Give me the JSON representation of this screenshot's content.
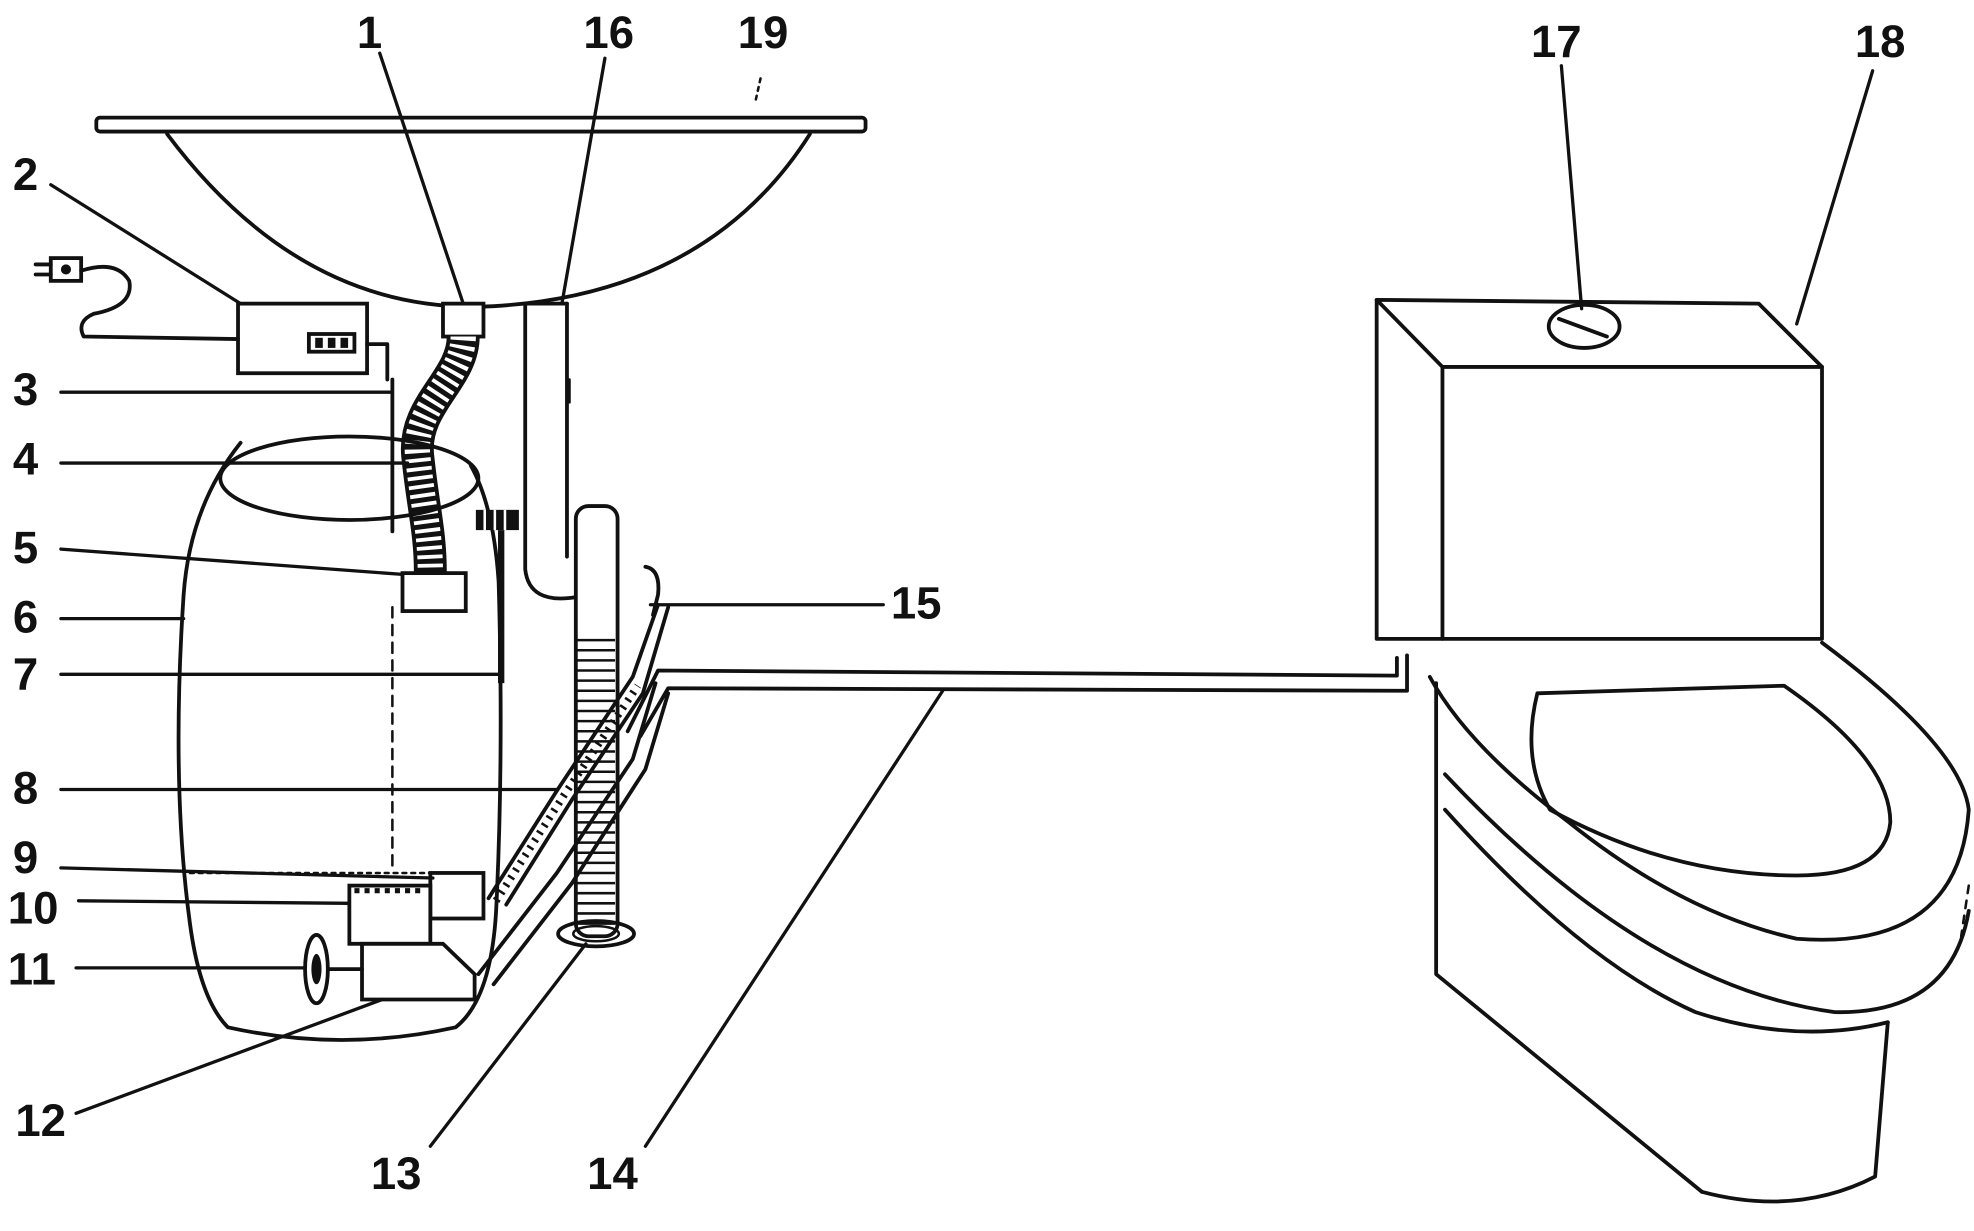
{
  "callouts": [
    {
      "number": "1"
    },
    {
      "number": "2"
    },
    {
      "number": "3"
    },
    {
      "number": "4"
    },
    {
      "number": "5"
    },
    {
      "number": "6"
    },
    {
      "number": "7"
    },
    {
      "number": "8"
    },
    {
      "number": "9"
    },
    {
      "number": "10"
    },
    {
      "number": "11"
    },
    {
      "number": "12"
    },
    {
      "number": "13"
    },
    {
      "number": "14"
    },
    {
      "number": "15"
    },
    {
      "number": "16"
    },
    {
      "number": "17"
    },
    {
      "number": "18"
    },
    {
      "number": "19"
    }
  ]
}
